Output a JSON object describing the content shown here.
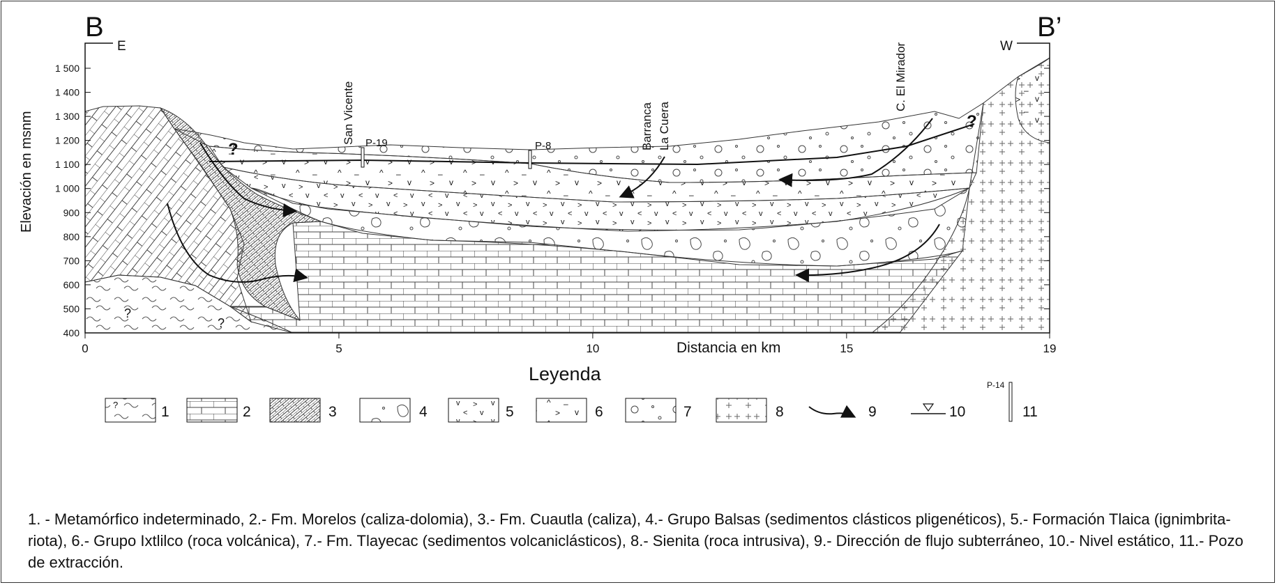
{
  "section": {
    "left_label": "B",
    "right_label": "B’",
    "left_dir": "E",
    "right_dir": "W"
  },
  "axes": {
    "y_label": "Elevación en msnm",
    "x_label": "Distancia en km",
    "y_ticks": [
      "1 500",
      "1 400",
      "1 300",
      "1 200",
      "1 100",
      "1 000",
      "900",
      "800",
      "700",
      "600",
      "500",
      "400"
    ],
    "x_ticks": [
      "0",
      "5",
      "10",
      "15",
      "19"
    ]
  },
  "place_labels": {
    "san_vicente": "San Vicente",
    "barranca": "Barranca",
    "la_cuera": "La Cuera",
    "el_mirador": "C. El Mirador"
  },
  "wells": {
    "p19": "P-19",
    "p8": "P-8",
    "p14": "P-14"
  },
  "unknown_mark": "?",
  "legend": {
    "title": "Leyenda",
    "numbers": [
      "1",
      "2",
      "3",
      "4",
      "5",
      "6",
      "7",
      "8",
      "9",
      "10",
      "11"
    ],
    "description": "1. - Metamórfico indeterminado, 2.- Fm. Morelos (caliza-dolomia), 3.- Fm. Cuautla (caliza), 4.- Grupo Balsas (sedimentos clásticos pligenéticos), 5.- Formación Tlaica (ignimbrita-riota), 6.- Grupo Ixtlilco (roca volcánica), 7.- Fm. Tlayecac (sedimentos volcaniclásticos), 8.- Sienita (roca intrusiva), 9.- Dirección de flujo subterráneo, 10.- Nivel estático, 11.- Pozo de extracción."
  }
}
